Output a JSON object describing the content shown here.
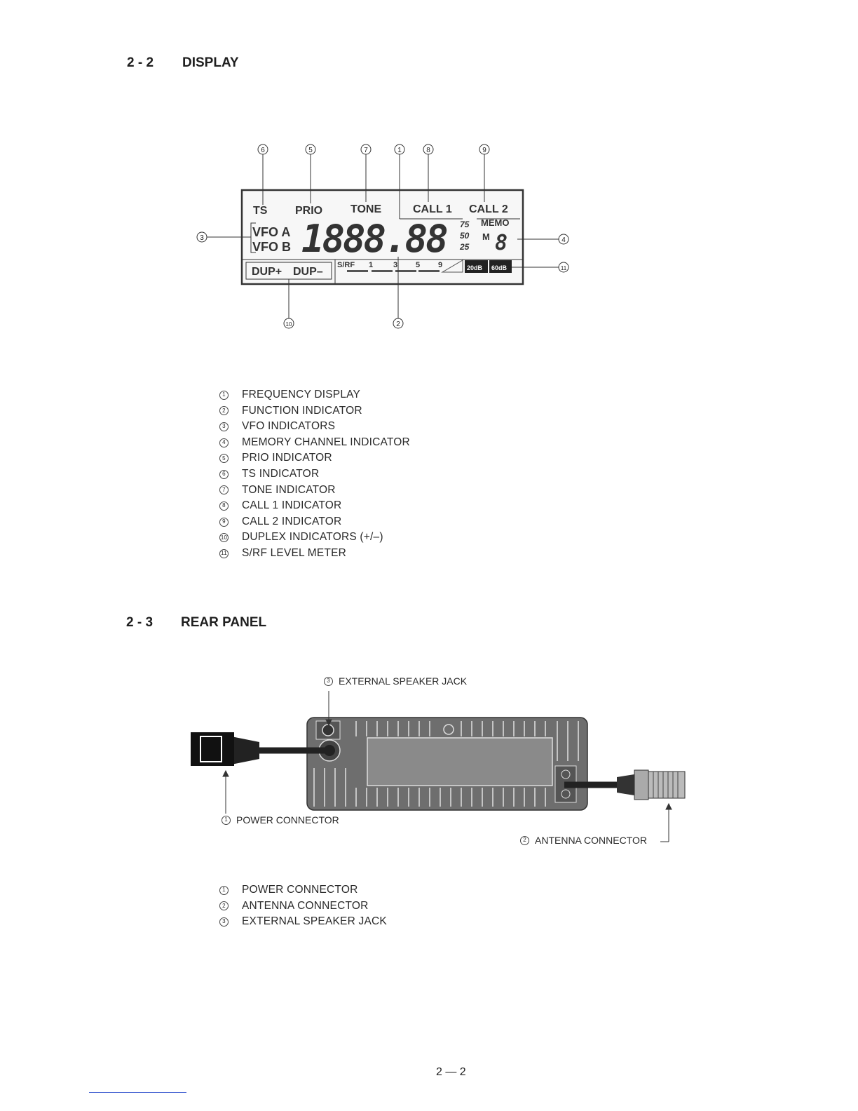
{
  "section_display": {
    "number": "2 - 2",
    "title": "DISPLAY"
  },
  "lcd": {
    "ts": "TS",
    "prio": "PRIO",
    "tone": "TONE",
    "call1": "CALL 1",
    "call2": "CALL 2",
    "vfo_a": "VFO A",
    "vfo_b": "VFO B",
    "frequency": "1888.88",
    "khz_75": "75",
    "khz_50": "50",
    "khz_25": "25",
    "memo": "MEMO",
    "memo_m": "M",
    "memo_digit": "8",
    "dup_plus": "DUP+",
    "dup_minus": "DUP–",
    "meter_label": "S/RF",
    "meter_1": "1",
    "meter_3": "3",
    "meter_5": "5",
    "meter_9": "9",
    "db20": "20dB",
    "db60": "60dB"
  },
  "display_callouts": {
    "c1": "1",
    "c2": "2",
    "c3": "3",
    "c4": "4",
    "c5": "5",
    "c6": "6",
    "c7": "7",
    "c8": "8",
    "c9": "9",
    "c10": "10",
    "c11": "11"
  },
  "display_legend": [
    {
      "num": "1",
      "text": "FREQUENCY DISPLAY"
    },
    {
      "num": "2",
      "text": "FUNCTION INDICATOR"
    },
    {
      "num": "3",
      "text": "VFO INDICATORS"
    },
    {
      "num": "4",
      "text": "MEMORY CHANNEL INDICATOR"
    },
    {
      "num": "5",
      "text": "PRIO INDICATOR"
    },
    {
      "num": "6",
      "text": "TS INDICATOR"
    },
    {
      "num": "7",
      "text": "TONE INDICATOR"
    },
    {
      "num": "8",
      "text": "CALL 1 INDICATOR"
    },
    {
      "num": "9",
      "text": "CALL 2 INDICATOR"
    },
    {
      "num": "10",
      "text": "DUPLEX INDICATORS (+/–)"
    },
    {
      "num": "11",
      "text": "S/RF LEVEL METER"
    }
  ],
  "section_rear": {
    "number": "2 - 3",
    "title": "REAR PANEL"
  },
  "rear_labels": {
    "speaker": {
      "num": "3",
      "text": "EXTERNAL SPEAKER JACK"
    },
    "power": {
      "num": "1",
      "text": "POWER CONNECTOR"
    },
    "antenna": {
      "num": "2",
      "text": "ANTENNA CONNECTOR"
    }
  },
  "rear_legend": [
    {
      "num": "1",
      "text": "POWER CONNECTOR"
    },
    {
      "num": "2",
      "text": "ANTENNA CONNECTOR"
    },
    {
      "num": "3",
      "text": "EXTERNAL SPEAKER JACK"
    }
  ],
  "page_number": "2 — 2"
}
